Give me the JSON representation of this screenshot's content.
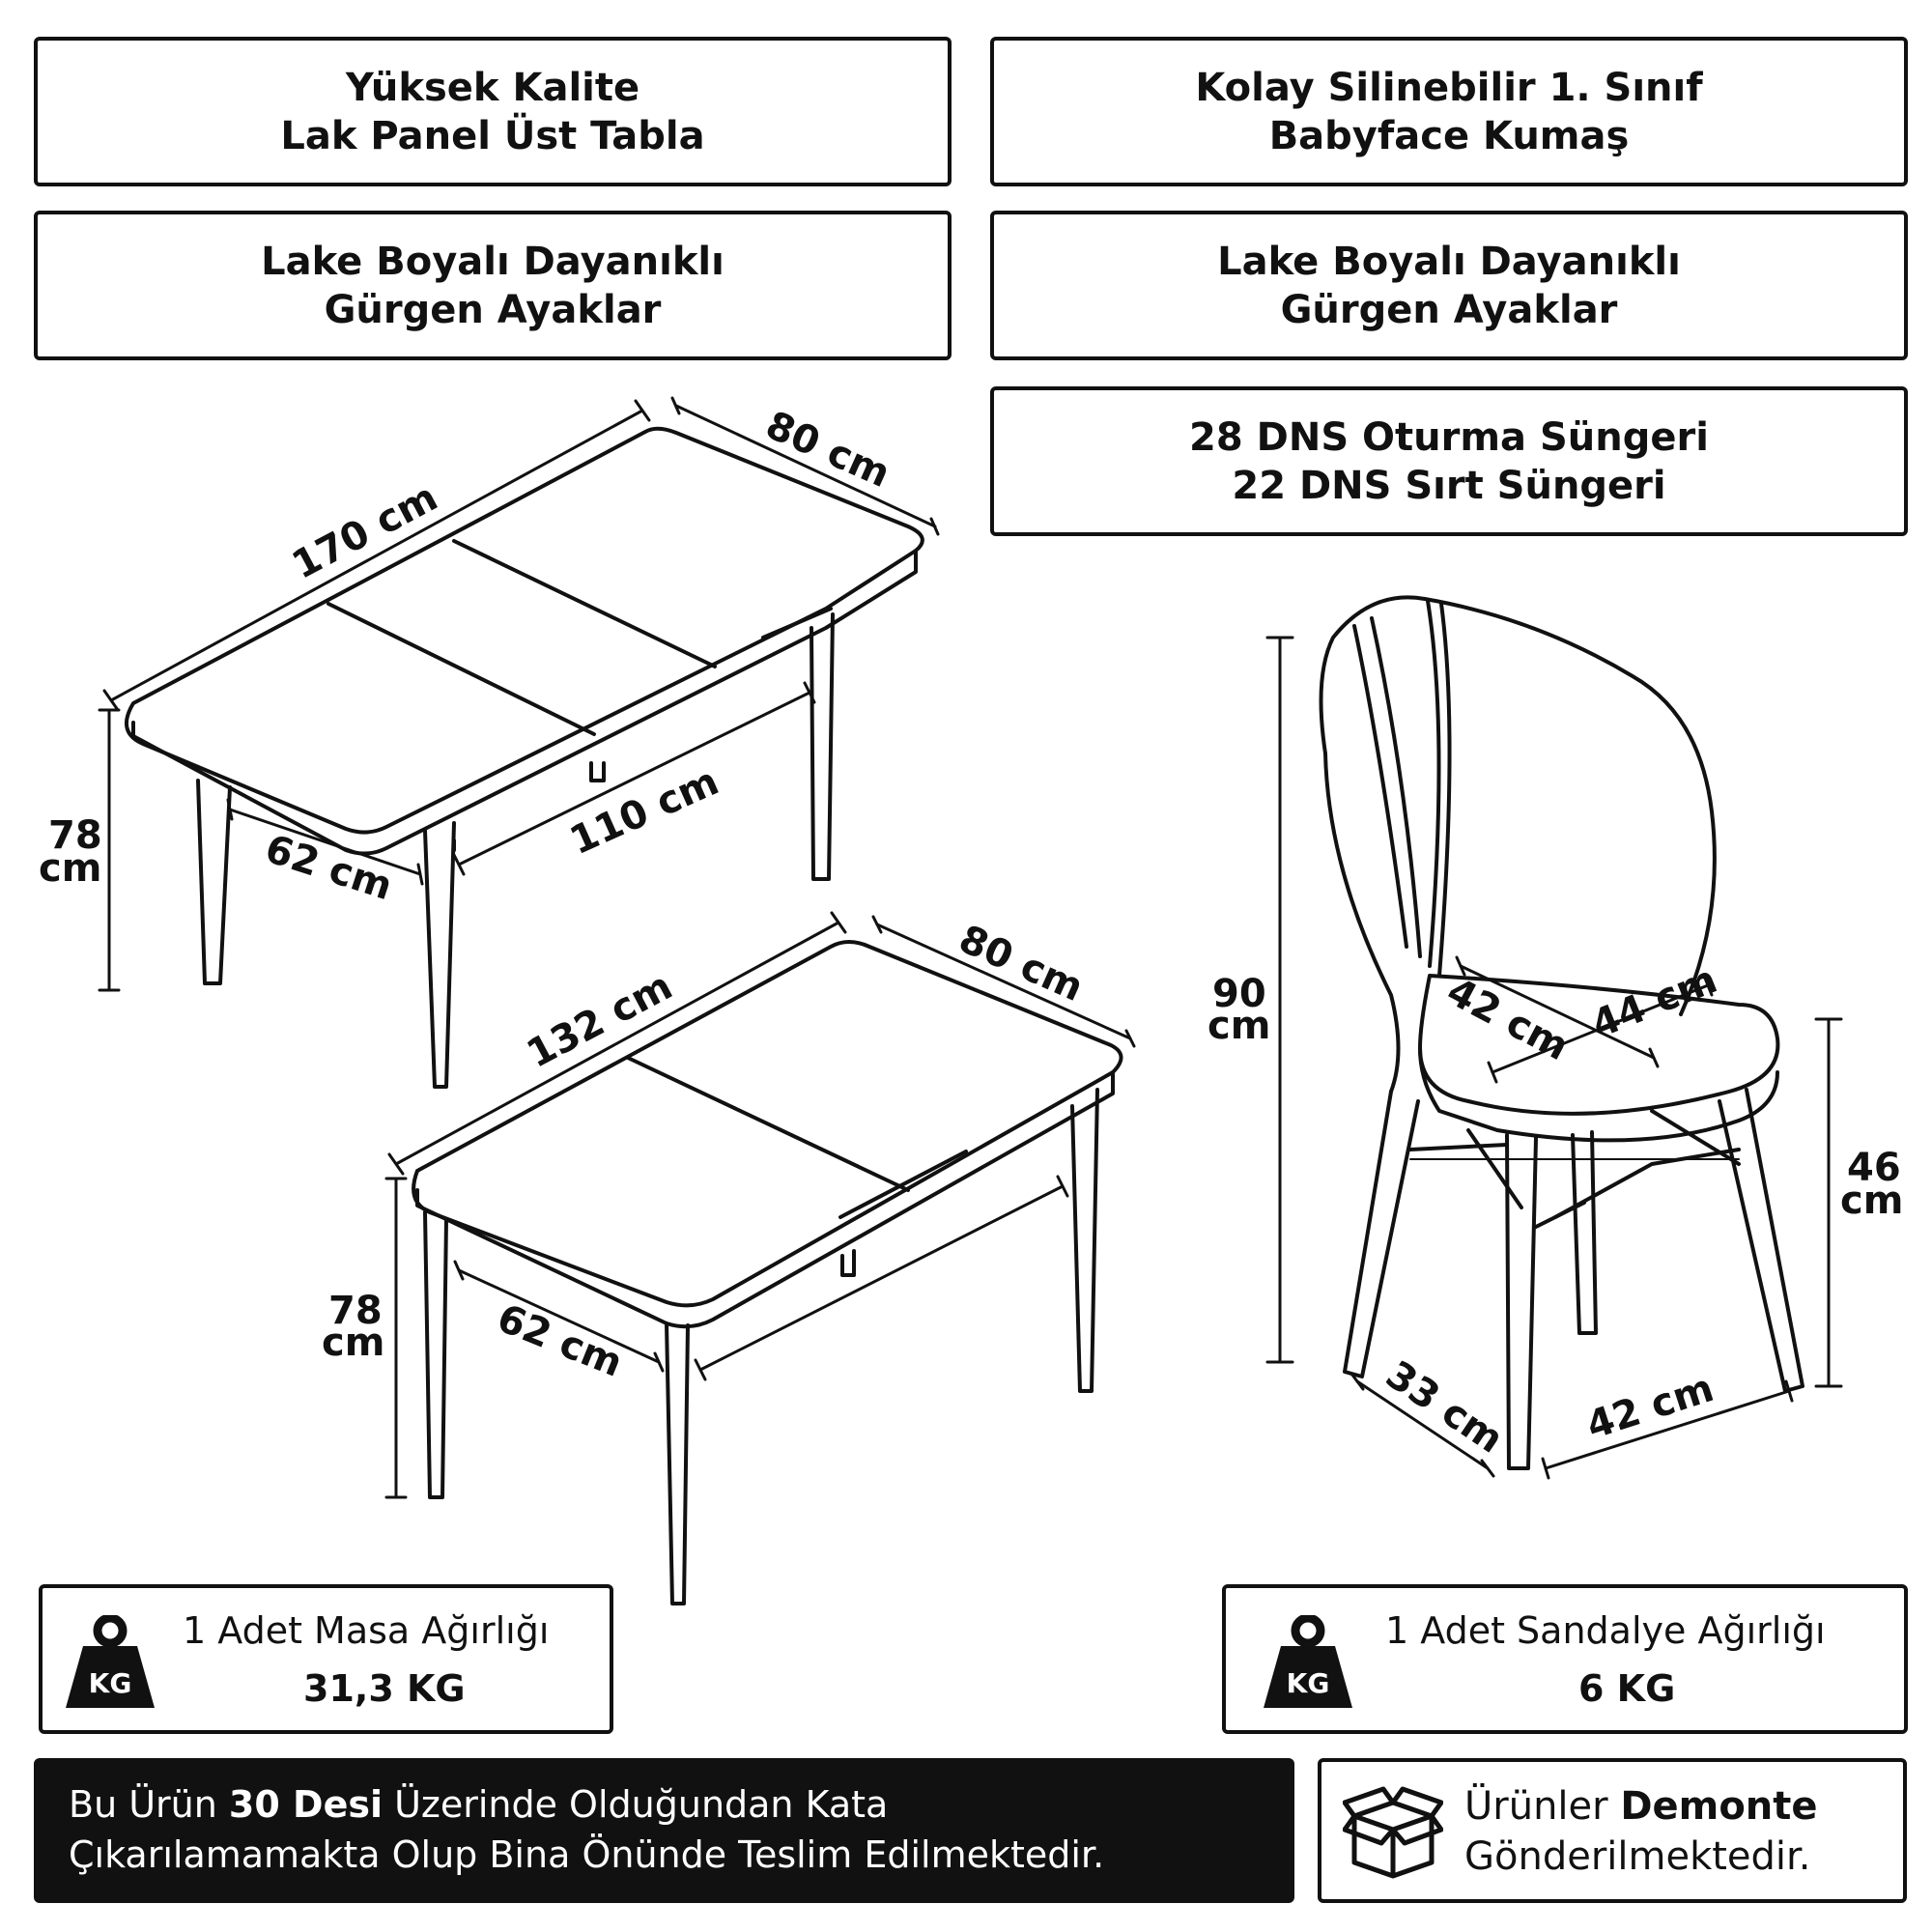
{
  "features": {
    "top_left": [
      "Yüksek Kalite",
      "Lak Panel Üst Tabla"
    ],
    "top_right": [
      "Kolay Silinebilir 1. Sınıf",
      "Babyface Kumaş"
    ],
    "mid_left": [
      "Lake Boyalı Dayanıklı",
      "Gürgen Ayaklar"
    ],
    "mid_right": [
      "Lake Boyalı Dayanıklı",
      "Gürgen Ayaklar"
    ],
    "sponge": [
      "28 DNS Oturma Süngeri",
      "22 DNS Sırt Süngeri"
    ]
  },
  "table_extended": {
    "length": "170 cm",
    "width": "80 cm",
    "height": [
      "78",
      "cm"
    ],
    "leg_span_short": "62 cm",
    "leg_span_long": "110 cm"
  },
  "table_closed": {
    "length": "132 cm",
    "width": "80 cm",
    "height": [
      "78",
      "cm"
    ],
    "leg_span_short": "62 cm"
  },
  "chair": {
    "height": [
      "90",
      "cm"
    ],
    "seat_height": [
      "46",
      "cm"
    ],
    "seat_depth": "42 cm",
    "seat_width": "44 cm",
    "base_depth": "33 cm",
    "base_width": "42 cm"
  },
  "weights": {
    "table": {
      "icon": "kg-weight-icon",
      "icon_label": "KG",
      "title": "1 Adet Masa Ağırlığı",
      "value": "31,3 KG"
    },
    "chair": {
      "icon": "kg-weight-icon",
      "icon_label": "KG",
      "title": "1 Adet Sandalye Ağırlığı",
      "value": "6 KG"
    }
  },
  "delivery_notice": {
    "part1": "Bu Ürün ",
    "bold": "30 Desi",
    "part2": " Üzerinde Olduğundan Kata",
    "line2": "Çıkarılamamakta Olup Bina Önünde Teslim Edilmektedir."
  },
  "disassembled": {
    "icon": "box-icon",
    "part1": "Ürünler ",
    "bold": "Demonte",
    "line2": "Gönderilmektedir."
  }
}
